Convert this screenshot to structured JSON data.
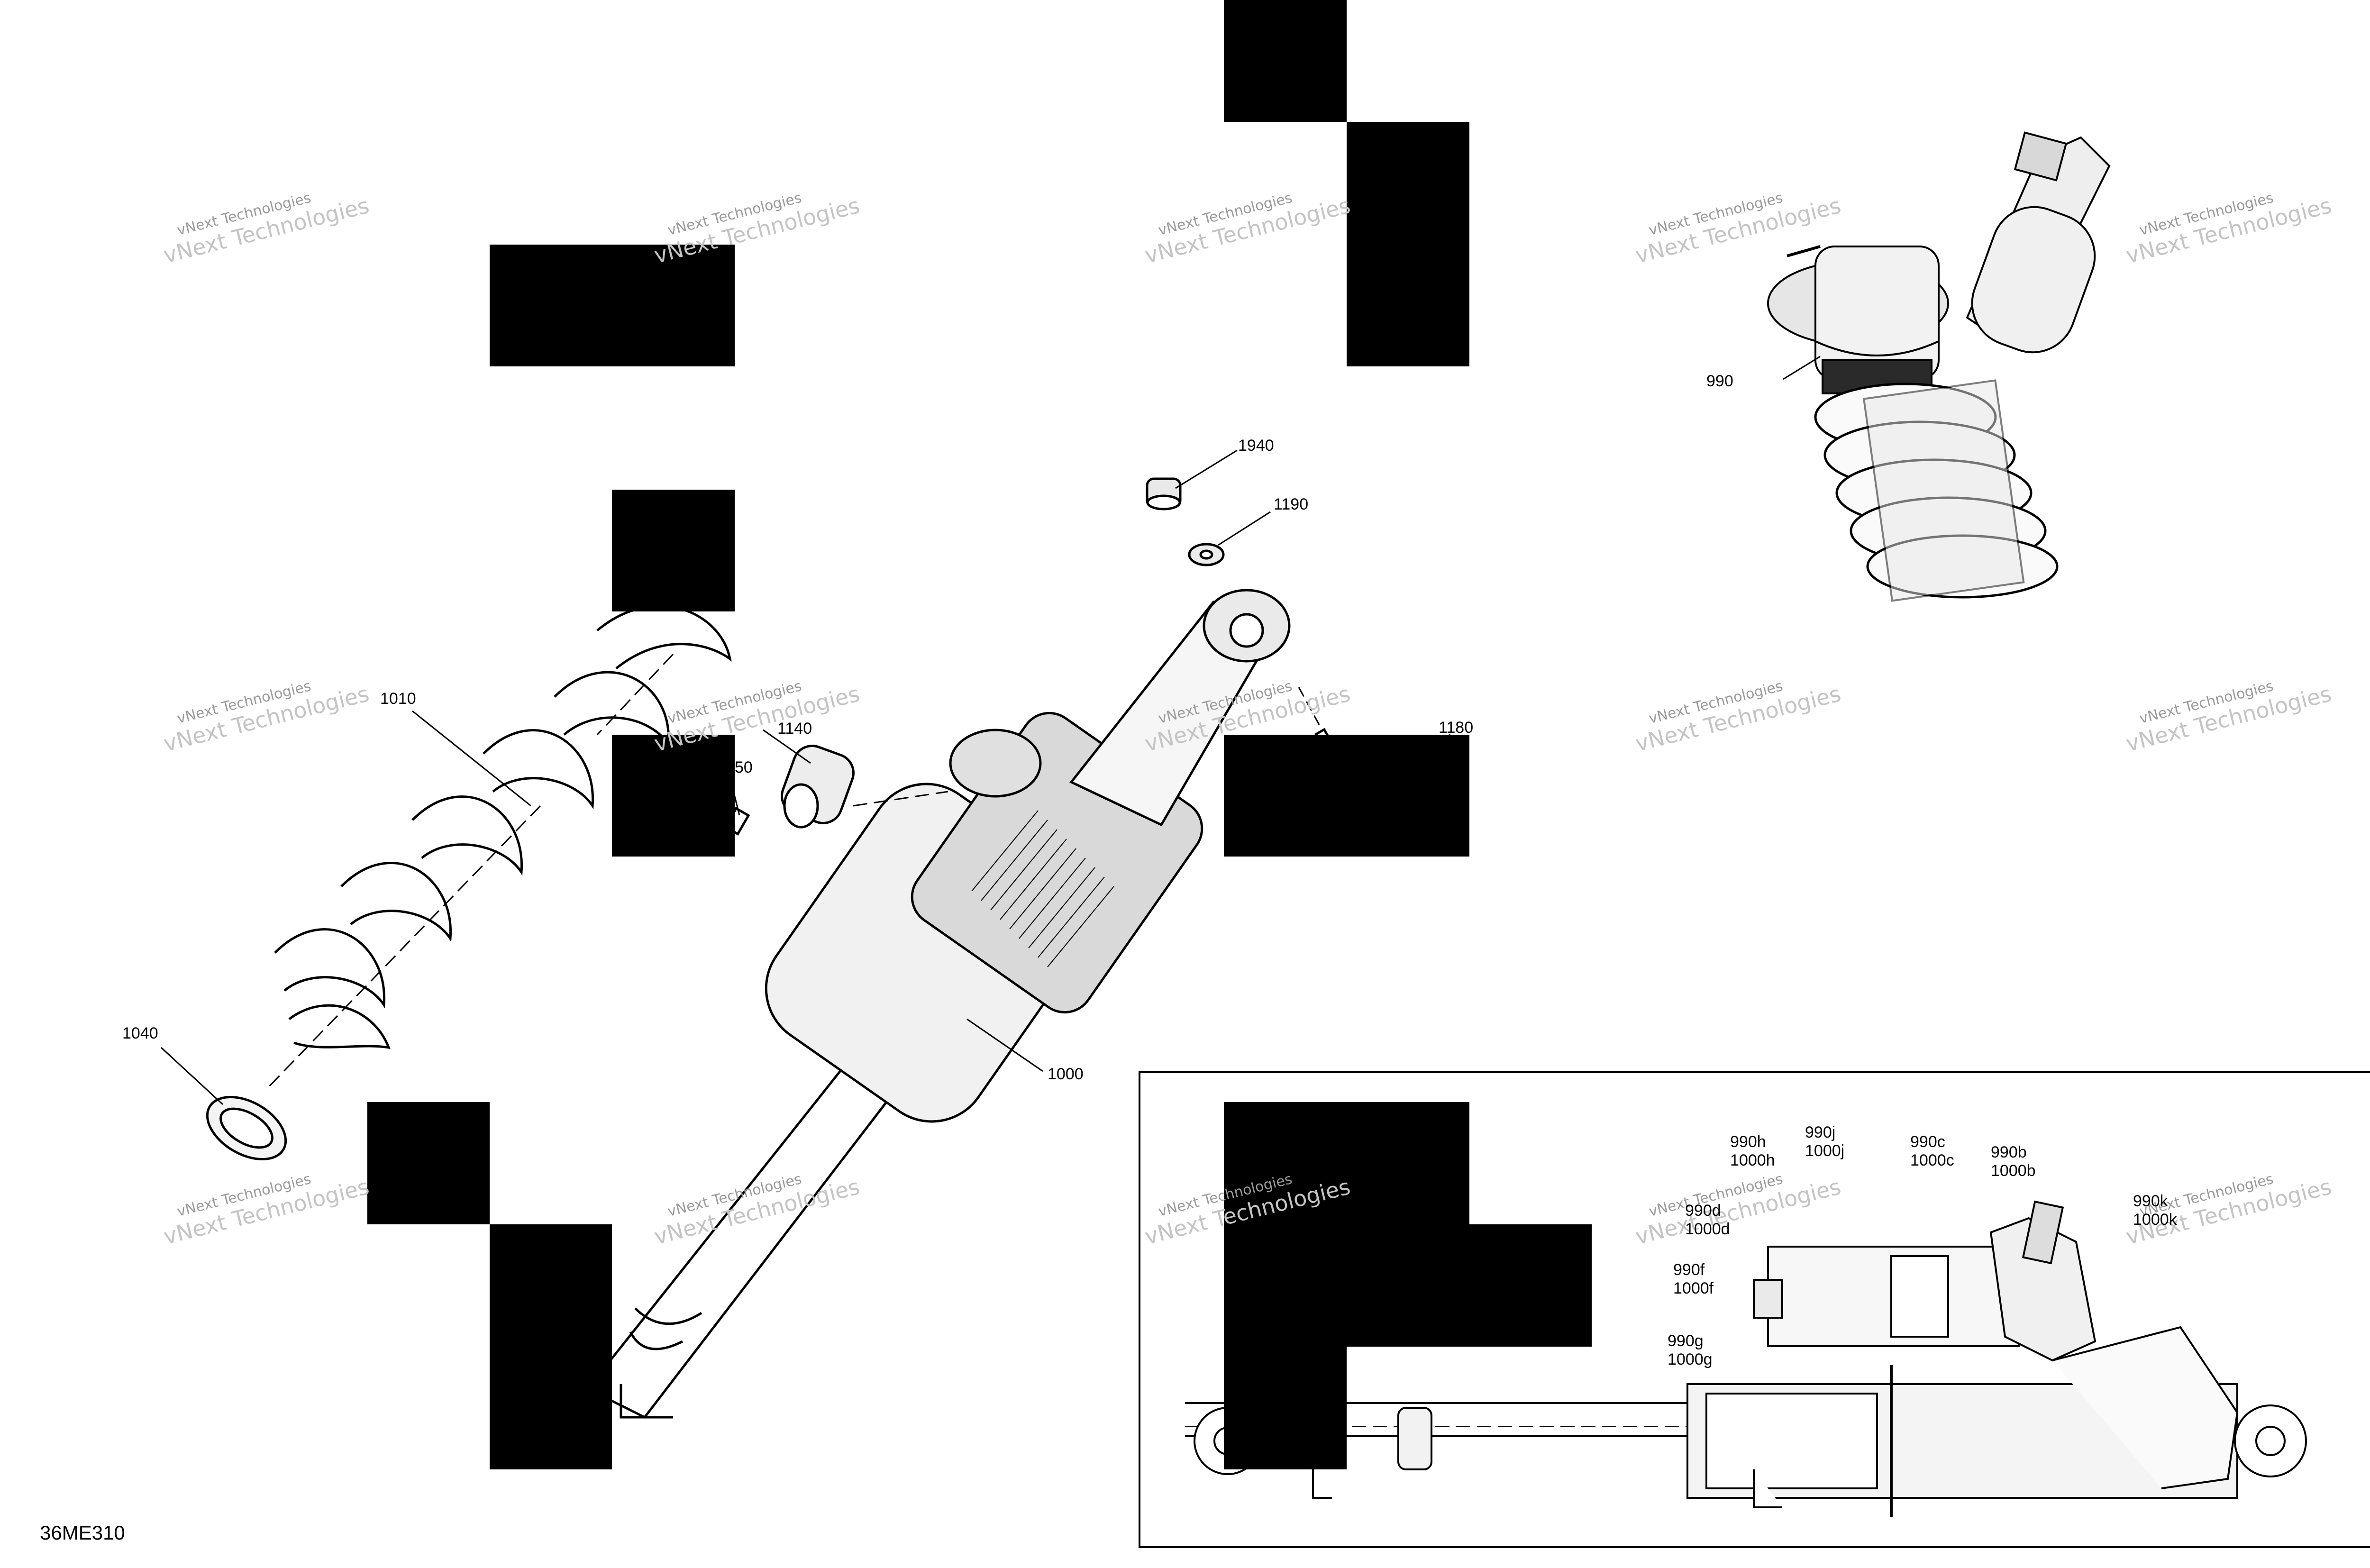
{
  "diagram_code": "36ME310",
  "watermark": {
    "line1": "vNext Technologies",
    "line2": "vNext Technologies"
  },
  "callouts": {
    "c990": "990",
    "c1940": "1940",
    "c1190": "1190",
    "c1010": "1010",
    "c1140": "1140",
    "c1150": "50",
    "c1180": "1180",
    "c1000": "1000",
    "c1040": "1040"
  },
  "inset_callouts": {
    "h": [
      "990h",
      "1000h"
    ],
    "j": [
      "990j",
      "1000j"
    ],
    "c": [
      "990c",
      "1000c"
    ],
    "b": [
      "990b",
      "1000b"
    ],
    "k": [
      "990k",
      "1000k"
    ],
    "d": [
      "990d",
      "1000d"
    ],
    "f": [
      "990f",
      "1000f"
    ],
    "g": [
      "990g",
      "1000g"
    ]
  }
}
